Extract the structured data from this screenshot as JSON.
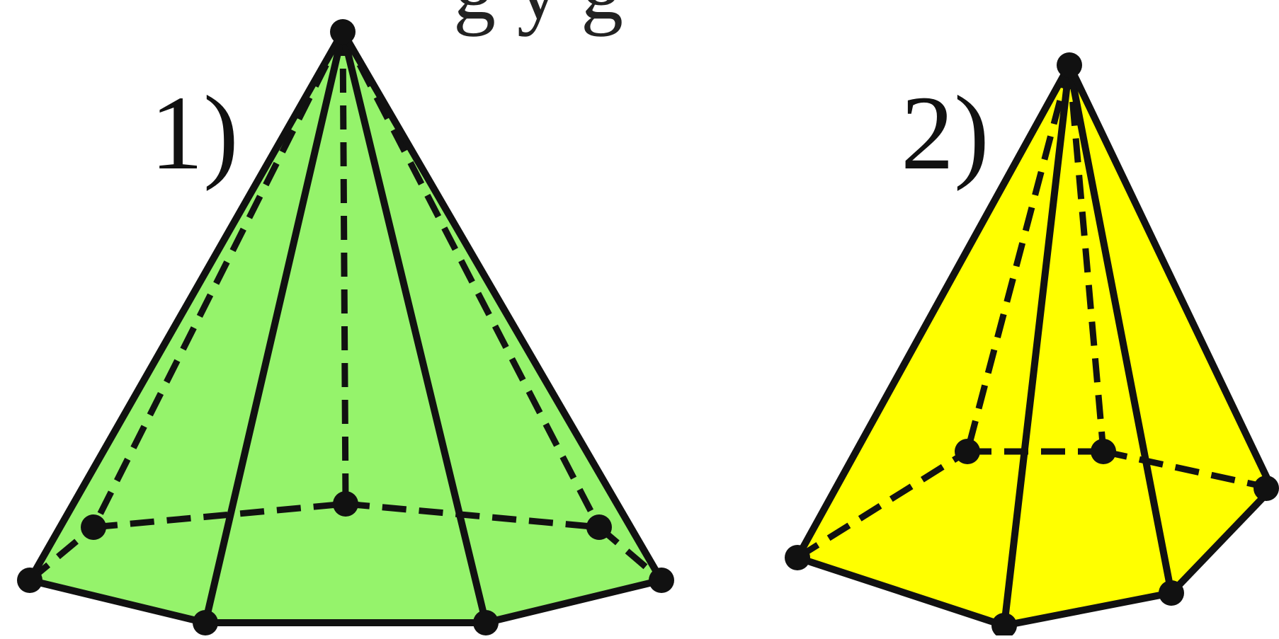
{
  "figure": {
    "heading_fragment": "g         y  g",
    "labels": {
      "pyramid1": "1)",
      "pyramid2": "2)"
    },
    "colors": {
      "pyramid1_fill": "#95f36b",
      "pyramid2_fill": "#ffff00",
      "edge": "#111111"
    }
  }
}
